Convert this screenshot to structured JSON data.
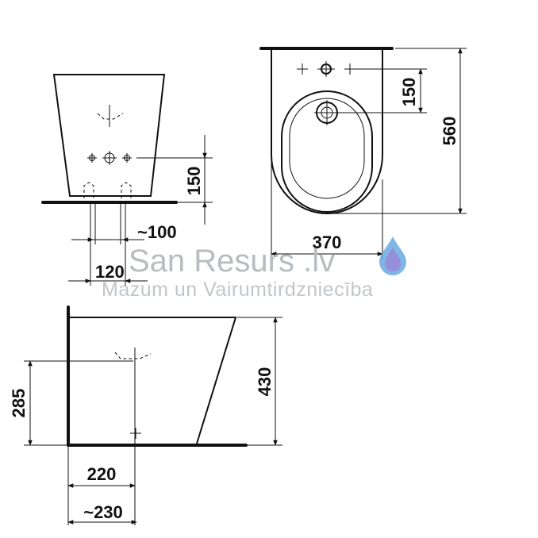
{
  "watermark": {
    "brand": "San Resurs .lv",
    "tagline": "Mazum un Vairumtirdzniecība",
    "drop_color": "#6aa9e0",
    "drop_icon": "water-drop-icon"
  },
  "front_view": {
    "height_label": "150",
    "outlet_label": "~100",
    "width_label": "120"
  },
  "top_view": {
    "tap_offset_label": "150",
    "length_label": "560",
    "width_label": "370"
  },
  "side_view": {
    "height_label": "430",
    "inlet_height_label": "285",
    "inlet_distance_label": "220",
    "outlet_distance_label": "~230"
  }
}
